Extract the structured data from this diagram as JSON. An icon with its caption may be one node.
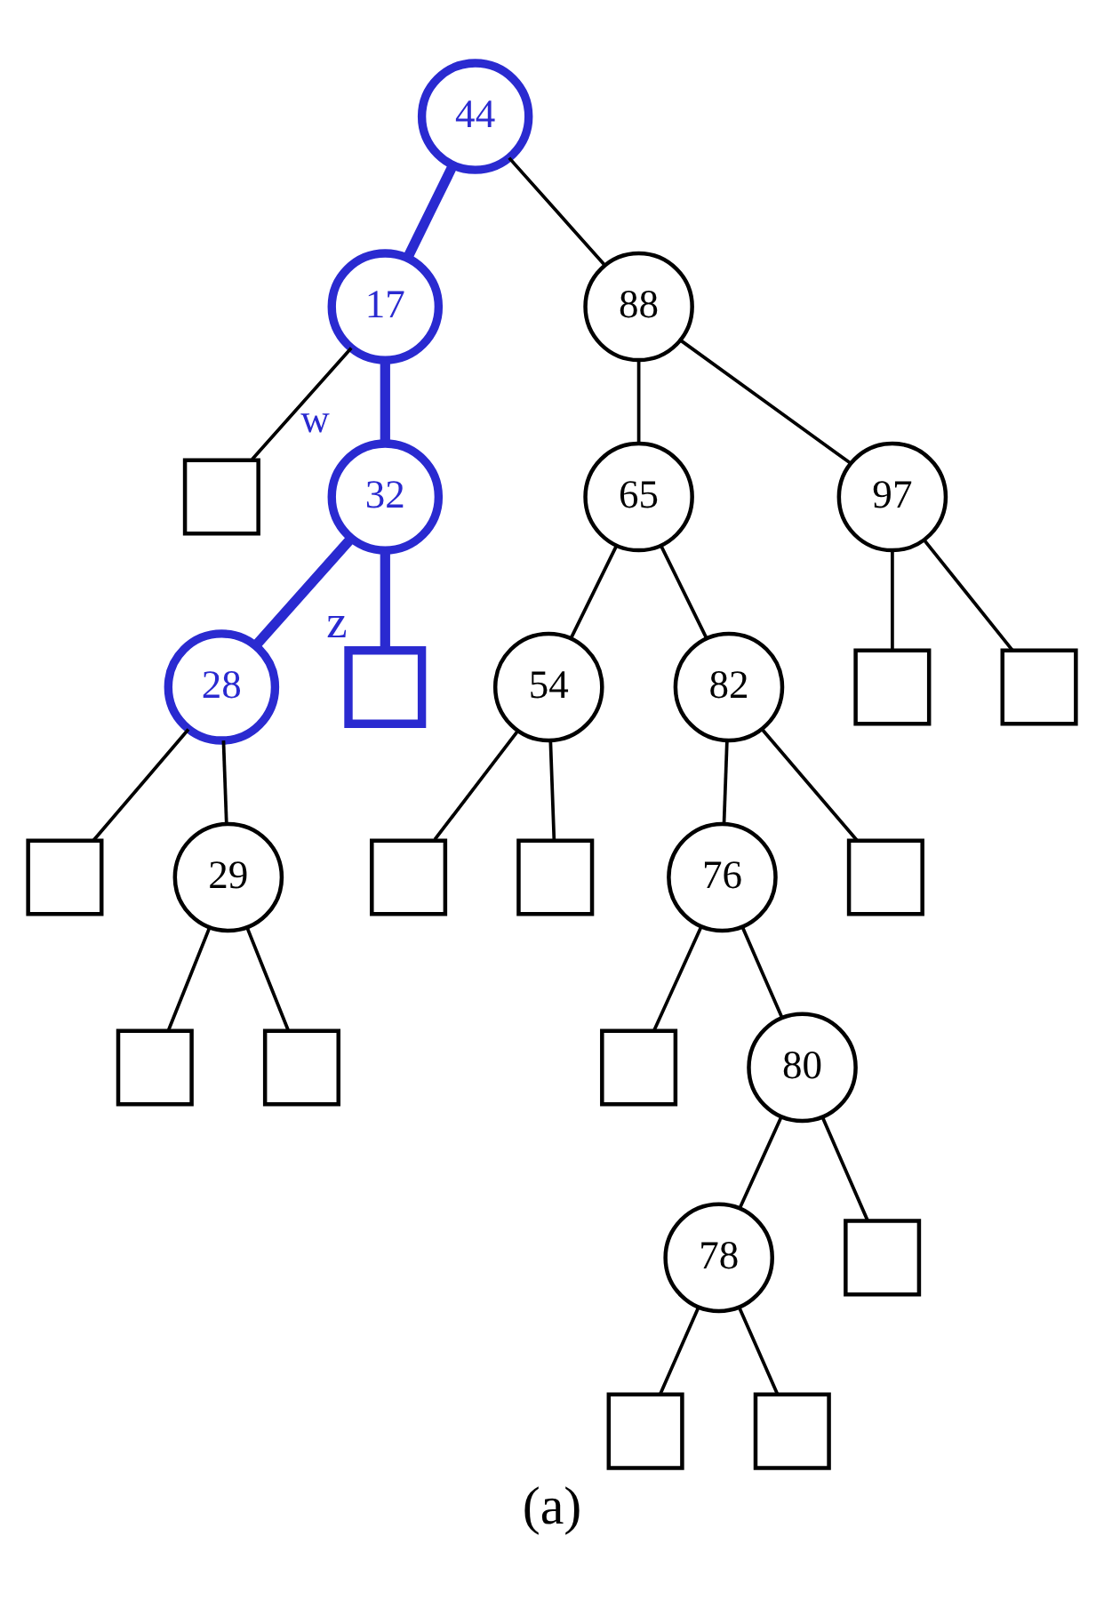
{
  "diagram": {
    "caption": "(a)",
    "nodes": [
      {
        "text": [
          "44"
        ]
      },
      {
        "text": [
          "17"
        ]
      },
      {
        "text": [
          "88"
        ]
      },
      {
        "text": [],
        "shape": "box"
      },
      {
        "text": [
          "32"
        ],
        "beside": [
          "w"
        ]
      },
      {
        "text": [
          "65"
        ]
      },
      {
        "text": [
          "97"
        ]
      },
      {
        "text": [
          "28"
        ]
      },
      {
        "text": [],
        "shape": "box",
        "beside": [
          "z"
        ]
      },
      {
        "text": [
          "54"
        ]
      },
      {
        "text": [
          "82"
        ]
      },
      {
        "text": [],
        "shape": "box"
      },
      {
        "text": [],
        "shape": "box"
      },
      {
        "text": [],
        "shape": "box"
      },
      {
        "text": [
          "29"
        ]
      },
      {
        "text": [],
        "shape": "box"
      },
      {
        "text": [],
        "shape": "box"
      },
      {
        "text": [
          "76"
        ]
      },
      {
        "text": [],
        "shape": "box"
      },
      {
        "text": [],
        "shape": "box"
      },
      {
        "text": [],
        "shape": "box"
      },
      {
        "text": [],
        "shape": "box"
      },
      {
        "text": [
          "80"
        ]
      },
      {
        "text": [
          "78"
        ]
      },
      {
        "text": [],
        "shape": "box"
      },
      {
        "text": [],
        "shape": "box"
      },
      {
        "text": [],
        "shape": "box"
      }
    ],
    "edges": [
      {
        "from": 0,
        "to": 1,
        "arrow": "none",
        "style": "thick",
        "color": "#2a2ad0"
      },
      {
        "from": 0,
        "to": 2,
        "arrow": "none"
      },
      {
        "from": 1,
        "to": 3,
        "arrow": "none"
      },
      {
        "from": 1,
        "to": 4,
        "arrow": "none",
        "style": "thick",
        "color": "#2a2ad0"
      },
      {
        "from": 2,
        "to": 5,
        "arrow": "none"
      },
      {
        "from": 2,
        "to": 6,
        "arrow": "none"
      },
      {
        "from": 4,
        "to": 7,
        "arrow": "none",
        "style": "thick",
        "color": "#2a2ad0"
      },
      {
        "from": 4,
        "to": 8,
        "arrow": "none",
        "style": "thick",
        "color": "#2a2ad0"
      },
      {
        "from": 5,
        "to": 9,
        "arrow": "none"
      },
      {
        "from": 5,
        "to": 10,
        "arrow": "none"
      },
      {
        "from": 6,
        "to": 11,
        "arrow": "none"
      },
      {
        "from": 6,
        "to": 12,
        "arrow": "none"
      },
      {
        "from": 7,
        "to": 13,
        "arrow": "none"
      },
      {
        "from": 7,
        "to": 14,
        "arrow": "none"
      },
      {
        "from": 9,
        "to": 15,
        "arrow": "none"
      },
      {
        "from": 9,
        "to": 16,
        "arrow": "none"
      },
      {
        "from": 10,
        "to": 17,
        "arrow": "none"
      },
      {
        "from": 10,
        "to": 18,
        "arrow": "none"
      },
      {
        "from": 14,
        "to": 19,
        "arrow": "none"
      },
      {
        "from": 14,
        "to": 20,
        "arrow": "none"
      },
      {
        "from": 17,
        "to": 21,
        "arrow": "none"
      },
      {
        "from": 17,
        "to": 22,
        "arrow": "none"
      },
      {
        "from": 22,
        "to": 23,
        "arrow": "none"
      },
      {
        "from": 22,
        "to": 24,
        "arrow": "none"
      },
      {
        "from": 23,
        "to": 25,
        "arrow": "none"
      },
      {
        "from": 23,
        "to": 26,
        "arrow": "none"
      }
    ]
  }
}
